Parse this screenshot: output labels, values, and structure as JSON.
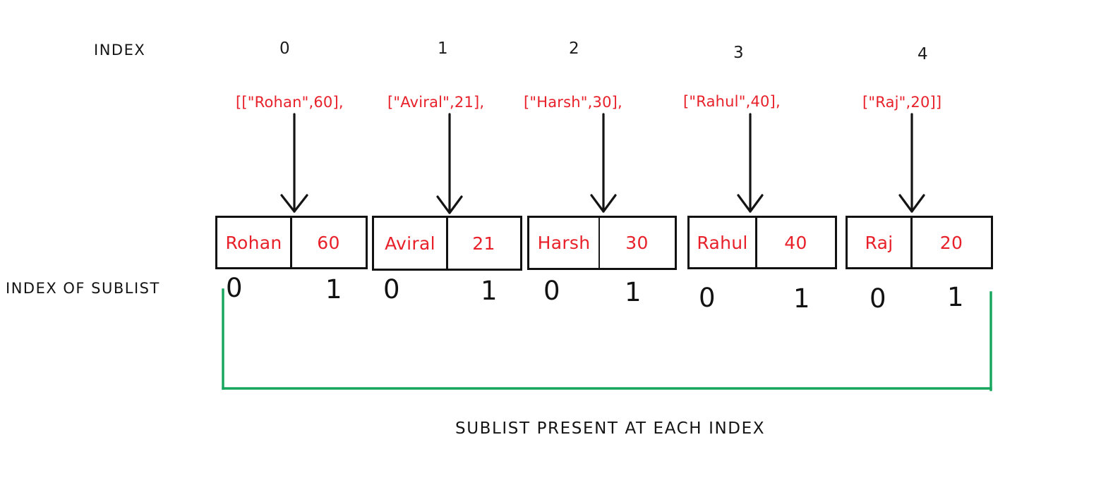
{
  "labels": {
    "index_header": "INDEX",
    "index_of_sublist": "INDEX OF SUBLIST",
    "bottom_caption": "SUBLIST PRESENT AT EACH INDEX"
  },
  "colors": {
    "red": "#e8202a",
    "black": "#141414",
    "green": "#16a55c"
  },
  "indices": [
    "0",
    "1",
    "2",
    "3",
    "4"
  ],
  "sublist_labels": [
    {
      "name": "[[\"Rohan\",60],",
      "key": "Rohan",
      "value": "60",
      "sub0": "0",
      "sub1": "1"
    },
    {
      "name": "[\"Aviral\",21],",
      "key": "Aviral",
      "value": "21",
      "sub0": "0",
      "sub1": "1"
    },
    {
      "name": "[\"Harsh\",30],",
      "key": "Harsh",
      "value": "30",
      "sub0": "0",
      "sub1": "1"
    },
    {
      "name": "[\"Rahul\",40],",
      "key": "Rahul",
      "value": "40",
      "sub0": "0",
      "sub1": "1"
    },
    {
      "name": "[\"Raj\",20]]",
      "key": "Raj",
      "value": "20",
      "sub0": "0",
      "sub1": "1"
    }
  ]
}
